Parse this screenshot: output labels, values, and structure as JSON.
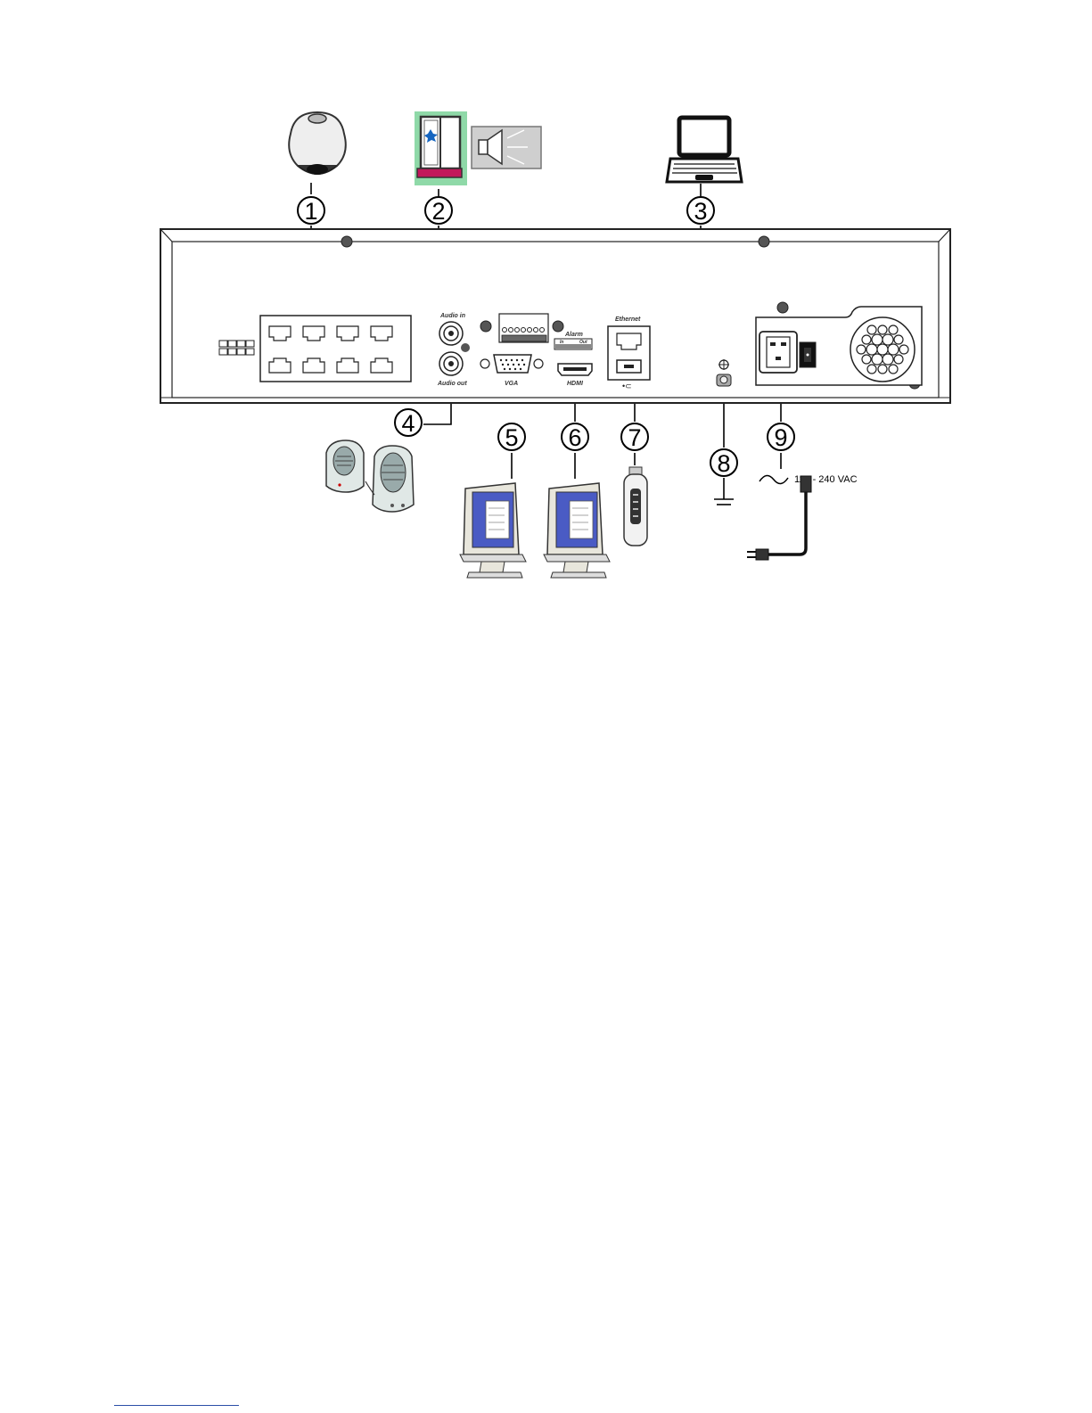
{
  "callouts": [
    "1",
    "2",
    "3",
    "4",
    "5",
    "6",
    "7",
    "8",
    "9"
  ],
  "panel": {
    "audio_in": "Audio in",
    "audio_out": "Audio out",
    "alarm": "Alarm",
    "alarm_in": "In",
    "alarm_out": "Out",
    "vga": "VGA",
    "hdmi": "HDMI",
    "ethernet": "Ethernet"
  },
  "power": {
    "voltage": "110 - 240 VAC"
  },
  "colors": {
    "line": "#000000",
    "panel_stroke": "#222222",
    "window_bg": "#8fd9a8",
    "sill": "#c2185b",
    "screen": "#4a5bc4"
  }
}
